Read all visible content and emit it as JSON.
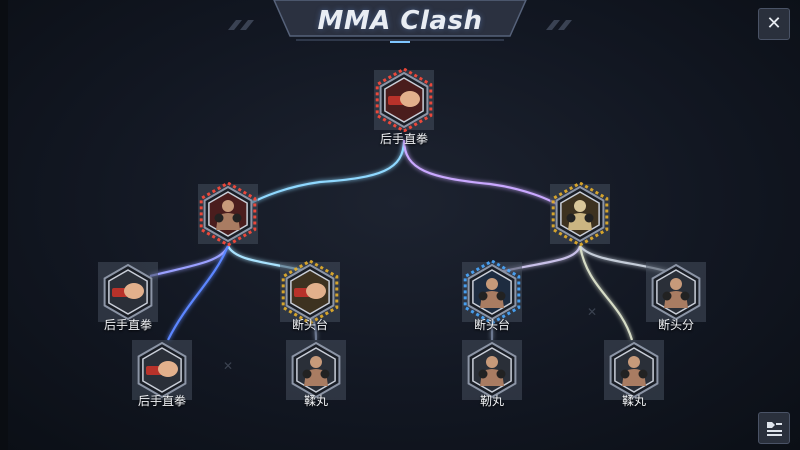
{
  "header": {
    "title": "MMA Clash"
  },
  "buttons": {
    "close_label": "✕"
  },
  "tree": {
    "root": {
      "label": "后手直拳",
      "icon": "fist-icon",
      "tier": "red"
    },
    "left_branch": {
      "icon": "fighter-icon",
      "tier": "red"
    },
    "right_branch": {
      "icon": "fighter-icon",
      "tier": "gold"
    },
    "leaves": [
      {
        "label": "后手直拳",
        "icon": "fist-icon",
        "tier": "plain"
      },
      {
        "label": "断头台",
        "icon": "fist-icon",
        "tier": "gold"
      },
      {
        "label": "断头台",
        "icon": "fighter-icon",
        "tier": "blue"
      },
      {
        "label": "断头分",
        "icon": "fighter-icon",
        "tier": "plain"
      },
      {
        "label": "后手直拳",
        "icon": "fist-icon",
        "tier": "plain"
      },
      {
        "label": "鞣丸",
        "icon": "fighter-icon",
        "tier": "plain"
      },
      {
        "label": "靭丸",
        "icon": "fighter-icon",
        "tier": "plain"
      },
      {
        "label": "鞣丸",
        "icon": "fighter-icon",
        "tier": "plain"
      }
    ]
  },
  "colors": {
    "red_glow": "#ff4a3a",
    "gold_glow": "#e8b02a",
    "blue_glow": "#4aa8ff",
    "link_cyan": "#7fd6ff",
    "link_violet": "#c6a8ff",
    "link_blue": "#5b86ff"
  }
}
